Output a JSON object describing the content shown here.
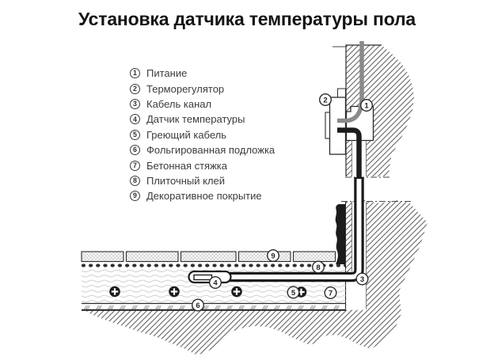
{
  "title": "Установка датчика температуры пола",
  "legend": [
    {
      "num": "1",
      "label": "Питание"
    },
    {
      "num": "2",
      "label": "Терморегулятор"
    },
    {
      "num": "3",
      "label": "Кабель канал"
    },
    {
      "num": "4",
      "label": "Датчик температуры"
    },
    {
      "num": "5",
      "label": "Греющий кабель"
    },
    {
      "num": "6",
      "label": "Фольгированная подложка"
    },
    {
      "num": "7",
      "label": "Бетонная стяжка"
    },
    {
      "num": "8",
      "label": "Плиточный клей"
    },
    {
      "num": "9",
      "label": "Декоративное покрытие"
    }
  ],
  "diagram_markers": {
    "m1": "1",
    "m2": "2",
    "m3": "3",
    "m4": "4",
    "m5": "5",
    "m6": "6",
    "m7": "7",
    "m8": "8",
    "m9": "9"
  },
  "colors": {
    "ink": "#1c1c1c",
    "hatch": "#555555",
    "cable_gray": "#8a8a8a",
    "background": "#ffffff"
  }
}
